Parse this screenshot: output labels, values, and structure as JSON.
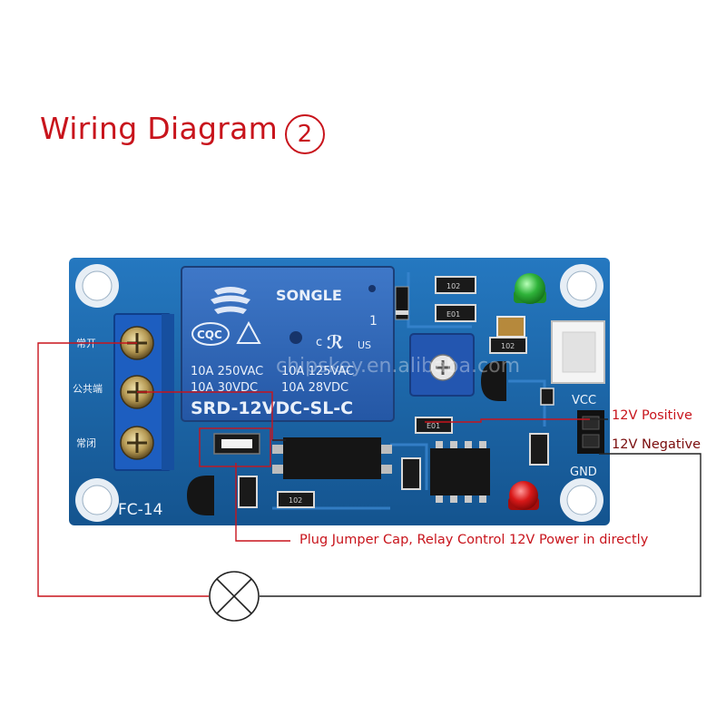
{
  "title": {
    "text": "Wiring Diagram",
    "number": "2"
  },
  "board": {
    "relay_brand": "SONGLE",
    "relay_model": "SRD-12VDC-SL-C",
    "relay_rating_left_1": "10A 250VAC",
    "relay_rating_left_2": "10A  30VDC",
    "relay_rating_right_1": "10A 125VAC",
    "relay_rating_right_2": "10A  28VDC",
    "relay_pin": "1",
    "cqc_mark": "CQC",
    "ul_mark": "US",
    "board_id": "FC-14",
    "vcc": "VCC",
    "gnd": "GND",
    "terminal_labels": [
      "常开",
      "公共端",
      "常闭"
    ],
    "resistor_codes": [
      "102",
      "E01",
      "E01",
      "102",
      "102"
    ],
    "watermark": "chipskey.en.alibaba.com"
  },
  "callouts": {
    "positive": "12V Positive",
    "negative": "12V Negative",
    "jumper": "Plug Jumper Cap, Relay Control 12V Power in directly"
  },
  "colors": {
    "pcb": "#1b64ab",
    "relay": "#2e63b4",
    "terminal": "#1d5ec0",
    "wire_red": "#c8141c",
    "wire_black": "#222222"
  }
}
